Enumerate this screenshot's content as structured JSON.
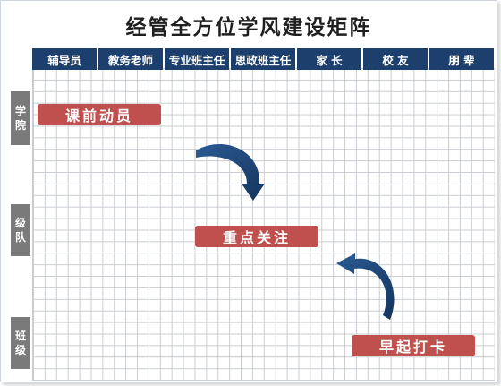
{
  "title": "经管全方位学风建设矩阵",
  "columns": [
    "辅导员",
    "教务老师",
    "专业班主任",
    "思政班主任",
    "家 长",
    "校 友",
    "朋 辈"
  ],
  "rows": [
    "学院",
    "级队",
    "班级"
  ],
  "stages": [
    "课前动员",
    "重点关注",
    "早起打卡"
  ],
  "colors": {
    "header": "#1c3f6e",
    "row_label": "#7a7a7a",
    "stage": "#c0504d",
    "arrow": "#1c3f6e",
    "grid_line": "#c9cdd3"
  },
  "icons": [
    "curved-arrow-icon",
    "curved-arrow-icon"
  ]
}
